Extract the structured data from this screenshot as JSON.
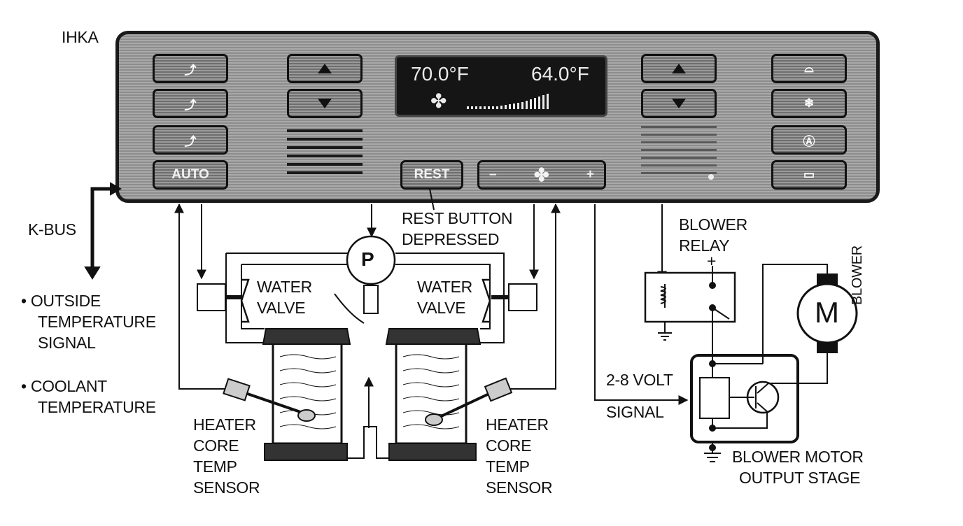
{
  "labels": {
    "ihka": "IHKA",
    "kbus": "K-BUS",
    "outside_temp": [
      "• OUTSIDE",
      "TEMPERATURE",
      "SIGNAL"
    ],
    "coolant_temp": [
      "• COOLANT",
      "TEMPERATURE"
    ],
    "rest_note": [
      "REST BUTTON",
      "DEPRESSED"
    ],
    "water_valve": [
      "WATER",
      "VALVE"
    ],
    "heater_sensor": [
      "HEATER",
      "CORE",
      "TEMP",
      "SENSOR"
    ],
    "blower_relay": [
      "BLOWER",
      "RELAY"
    ],
    "blower": "BLOWER",
    "motor_letter": "M",
    "pump_letter": "P",
    "volt_signal": [
      "2-8 VOLT",
      "SIGNAL"
    ],
    "output_stage": [
      "BLOWER MOTOR",
      "OUTPUT STAGE"
    ],
    "plus": "+"
  },
  "panel": {
    "display": {
      "temp_left": "70.0°F",
      "temp_right": "64.0°F",
      "fan_glyph": "✤"
    },
    "buttons": {
      "auto": "AUTO",
      "rest": "REST",
      "minus": "–",
      "plus": "+",
      "fan": "✤"
    },
    "icons": [
      "defrost-face-icon",
      "defrost-feet-icon",
      "feet-icon",
      "rear-defrost-icon",
      "snowflake-icon",
      "recirculation-icon",
      "rear-window-icon"
    ]
  },
  "colors": {
    "ink": "#111111",
    "panel": "#9a9a9a",
    "display": "#151515",
    "display_text": "#eaeaea"
  }
}
